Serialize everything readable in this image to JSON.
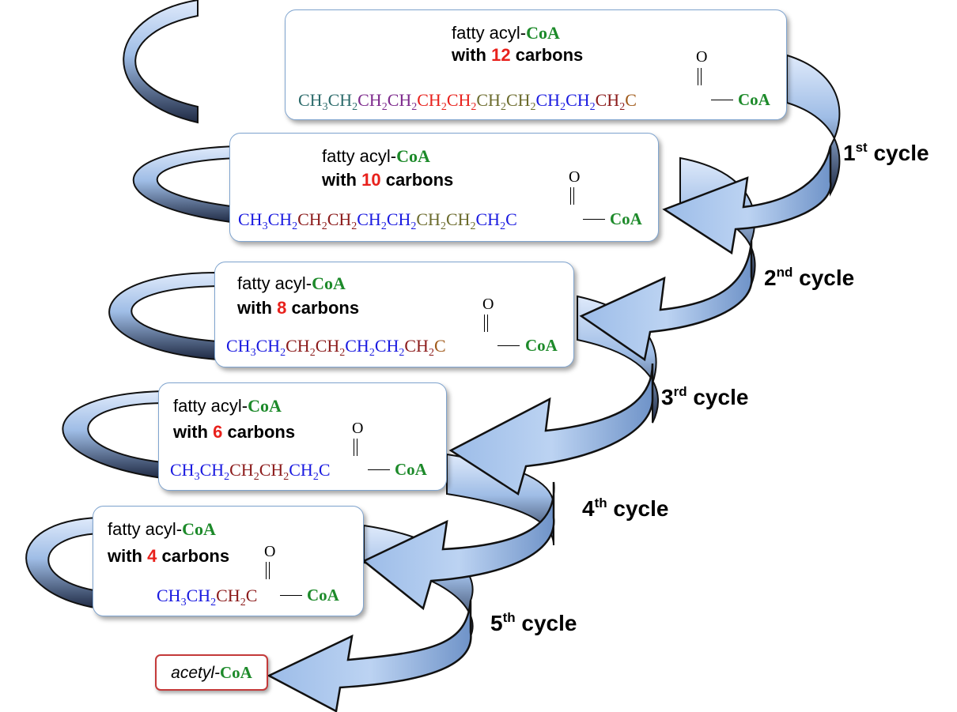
{
  "boxes": [
    {
      "title_prefix": "fatty acyl-",
      "title_coa": "CoA",
      "with_text": "with ",
      "carbons_num": "12",
      "carbons_text": " carbons",
      "oxygen": "O",
      "coa_tail": "CoA",
      "formula": [
        {
          "t": "CH",
          "c": "#2c6b6b",
          "s": "3"
        },
        {
          "t": "CH",
          "c": "#2c6b6b",
          "s": "2"
        },
        {
          "t": "CH",
          "c": "#7d2a8c",
          "s": "2"
        },
        {
          "t": "CH",
          "c": "#7d2a8c",
          "s": "2"
        },
        {
          "t": "CH",
          "c": "#e8211c",
          "s": "2"
        },
        {
          "t": "CH",
          "c": "#e8211c",
          "s": "2"
        },
        {
          "t": "CH",
          "c": "#6b6b2c",
          "s": "2"
        },
        {
          "t": "CH",
          "c": "#6b6b2c",
          "s": "2"
        },
        {
          "t": "CH",
          "c": "#1a1ae0",
          "s": "2"
        },
        {
          "t": "CH",
          "c": "#1a1ae0",
          "s": "2"
        },
        {
          "t": "CH",
          "c": "#8b1a1a",
          "s": "2"
        },
        {
          "t": "C",
          "c": "#a05a1a",
          "s": ""
        }
      ]
    },
    {
      "title_prefix": "fatty acyl-",
      "title_coa": "CoA",
      "with_text": "with ",
      "carbons_num": "10",
      "carbons_text": " carbons",
      "oxygen": "O",
      "coa_tail": "CoA",
      "formula": [
        {
          "t": "CH",
          "c": "#1a1ae0",
          "s": "3"
        },
        {
          "t": "CH",
          "c": "#1a1ae0",
          "s": "2"
        },
        {
          "t": "CH",
          "c": "#8b1a1a",
          "s": "2"
        },
        {
          "t": "CH",
          "c": "#8b1a1a",
          "s": "2"
        },
        {
          "t": "CH",
          "c": "#1a1ae0",
          "s": "2"
        },
        {
          "t": "CH",
          "c": "#1a1ae0",
          "s": "2"
        },
        {
          "t": "CH",
          "c": "#6b6b2c",
          "s": "2"
        },
        {
          "t": "CH",
          "c": "#6b6b2c",
          "s": "2"
        },
        {
          "t": "CH",
          "c": "#1a1ae0",
          "s": "2"
        },
        {
          "t": "C",
          "c": "#1a1ae0",
          "s": ""
        }
      ]
    },
    {
      "title_prefix": "fatty acyl-",
      "title_coa": "CoA",
      "with_text": "with ",
      "carbons_num": "8",
      "carbons_text": " carbons",
      "oxygen": "O",
      "coa_tail": "CoA",
      "formula": [
        {
          "t": "CH",
          "c": "#1a1ae0",
          "s": "3"
        },
        {
          "t": "CH",
          "c": "#1a1ae0",
          "s": "2"
        },
        {
          "t": "CH",
          "c": "#8b1a1a",
          "s": "2"
        },
        {
          "t": "CH",
          "c": "#8b1a1a",
          "s": "2"
        },
        {
          "t": "CH",
          "c": "#1a1ae0",
          "s": "2"
        },
        {
          "t": "CH",
          "c": "#1a1ae0",
          "s": "2"
        },
        {
          "t": "CH",
          "c": "#8b1a1a",
          "s": "2"
        },
        {
          "t": "C",
          "c": "#a05a1a",
          "s": ""
        }
      ]
    },
    {
      "title_prefix": "fatty acyl-",
      "title_coa": "CoA",
      "with_text": "with ",
      "carbons_num": "6",
      "carbons_text": " carbons",
      "oxygen": "O",
      "coa_tail": "CoA",
      "formula": [
        {
          "t": "CH",
          "c": "#1a1ae0",
          "s": "3"
        },
        {
          "t": "CH",
          "c": "#1a1ae0",
          "s": "2"
        },
        {
          "t": "CH",
          "c": "#8b1a1a",
          "s": "2"
        },
        {
          "t": "CH",
          "c": "#8b1a1a",
          "s": "2"
        },
        {
          "t": "CH",
          "c": "#1a1ae0",
          "s": "2"
        },
        {
          "t": "C",
          "c": "#1a1ae0",
          "s": ""
        }
      ]
    },
    {
      "title_prefix": "fatty acyl-",
      "title_coa": "CoA",
      "with_text": "with ",
      "carbons_num": "4",
      "carbons_text": " carbons",
      "oxygen": "O",
      "coa_tail": "CoA",
      "formula": [
        {
          "t": "CH",
          "c": "#1a1ae0",
          "s": "3"
        },
        {
          "t": "CH",
          "c": "#1a1ae0",
          "s": "2"
        },
        {
          "t": "CH",
          "c": "#8b1a1a",
          "s": "2"
        },
        {
          "t": "C",
          "c": "#8b1a1a",
          "s": ""
        }
      ]
    }
  ],
  "cycles": [
    {
      "num": "1",
      "sup": "st",
      "text": " cycle"
    },
    {
      "num": "2",
      "sup": "nd",
      "text": " cycle"
    },
    {
      "num": "3",
      "sup": "rd",
      "text": " cycle"
    },
    {
      "num": "4",
      "sup": "th",
      "text": " cycle"
    },
    {
      "num": "5",
      "sup": "th",
      "text": " cycle"
    }
  ],
  "product": {
    "prefix": "acetyl-",
    "coa": "CoA"
  },
  "colors": {
    "ribbon_light": "#cfe0f7",
    "ribbon_dark": "#1f2a44",
    "box_border": "#7fa4cf",
    "coa": "#1d8a2a",
    "highlight": "#e8211c",
    "product_border": "#c43a3a"
  }
}
